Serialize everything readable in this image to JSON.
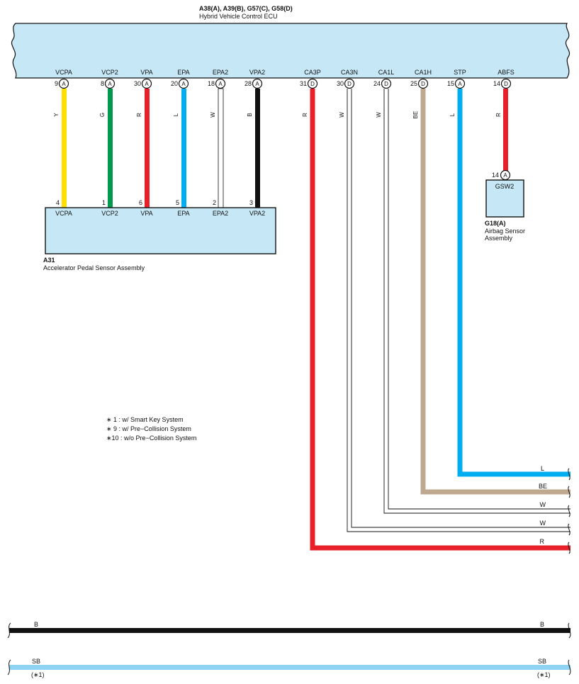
{
  "ecu": {
    "connectors": "A38(A), A39(B), G57(C), G58(D)",
    "name": "Hybrid Vehicle Control ECU",
    "pins": [
      {
        "signal": "VCPA",
        "pin": "9",
        "conn": "A",
        "color_code": "Y",
        "wire_color": "#FFE000"
      },
      {
        "signal": "VCP2",
        "pin": "8",
        "conn": "A",
        "color_code": "G",
        "wire_color": "#009A4E"
      },
      {
        "signal": "VPA",
        "pin": "30",
        "conn": "A",
        "color_code": "R",
        "wire_color": "#E8202A"
      },
      {
        "signal": "EPA",
        "pin": "20",
        "conn": "A",
        "color_code": "L",
        "wire_color": "#00AEEF"
      },
      {
        "signal": "EPA2",
        "pin": "18",
        "conn": "A",
        "color_code": "W",
        "wire_color": "#FFFFFF"
      },
      {
        "signal": "VPA2",
        "pin": "28",
        "conn": "A",
        "color_code": "B",
        "wire_color": "#111111"
      },
      {
        "signal": "CA3P",
        "pin": "31",
        "conn": "D",
        "color_code": "R",
        "wire_color": "#E8202A"
      },
      {
        "signal": "CA3N",
        "pin": "30",
        "conn": "D",
        "color_code": "W",
        "wire_color": "#FFFFFF"
      },
      {
        "signal": "CA1L",
        "pin": "24",
        "conn": "D",
        "color_code": "W",
        "wire_color": "#FFFFFF"
      },
      {
        "signal": "CA1H",
        "pin": "25",
        "conn": "D",
        "color_code": "BE",
        "wire_color": "#BFA890"
      },
      {
        "signal": "STP",
        "pin": "15",
        "conn": "A",
        "color_code": "L",
        "wire_color": "#00AEEF"
      },
      {
        "signal": "ABFS",
        "pin": "14",
        "conn": "D",
        "color_code": "R",
        "wire_color": "#E8202A"
      }
    ]
  },
  "sensor": {
    "id": "A31",
    "name": "Accelerator Pedal Sensor Assembly",
    "pins": [
      {
        "pin": "4",
        "signal": "VCPA"
      },
      {
        "pin": "1",
        "signal": "VCP2"
      },
      {
        "pin": "6",
        "signal": "VPA"
      },
      {
        "pin": "5",
        "signal": "EPA"
      },
      {
        "pin": "2",
        "signal": "EPA2"
      },
      {
        "pin": "3",
        "signal": "VPA2"
      }
    ]
  },
  "airbag": {
    "id": "G18(A)",
    "name_line1": "Airbag Sensor",
    "name_line2": "Assembly",
    "pin": "14",
    "conn": "A",
    "signal": "GSW2"
  },
  "notes": [
    "∗ 1 : w/ Smart Key System",
    "∗ 9 : w/ Pre−Collision System",
    "∗10 : w/o Pre−Collision System"
  ],
  "continuation_labels": [
    "L",
    "BE",
    "W",
    "W",
    "R"
  ],
  "bottom_buses": [
    {
      "left_label": "B",
      "right_label": "B",
      "wire_color": "#111111"
    },
    {
      "left_label": "SB",
      "right_label": "SB",
      "left_note": "(∗1)",
      "right_note": "(∗1)",
      "wire_color": "#8FD3F4"
    }
  ],
  "colors": {
    "box_fill": "#C6E7F5",
    "outline": "#111111"
  }
}
